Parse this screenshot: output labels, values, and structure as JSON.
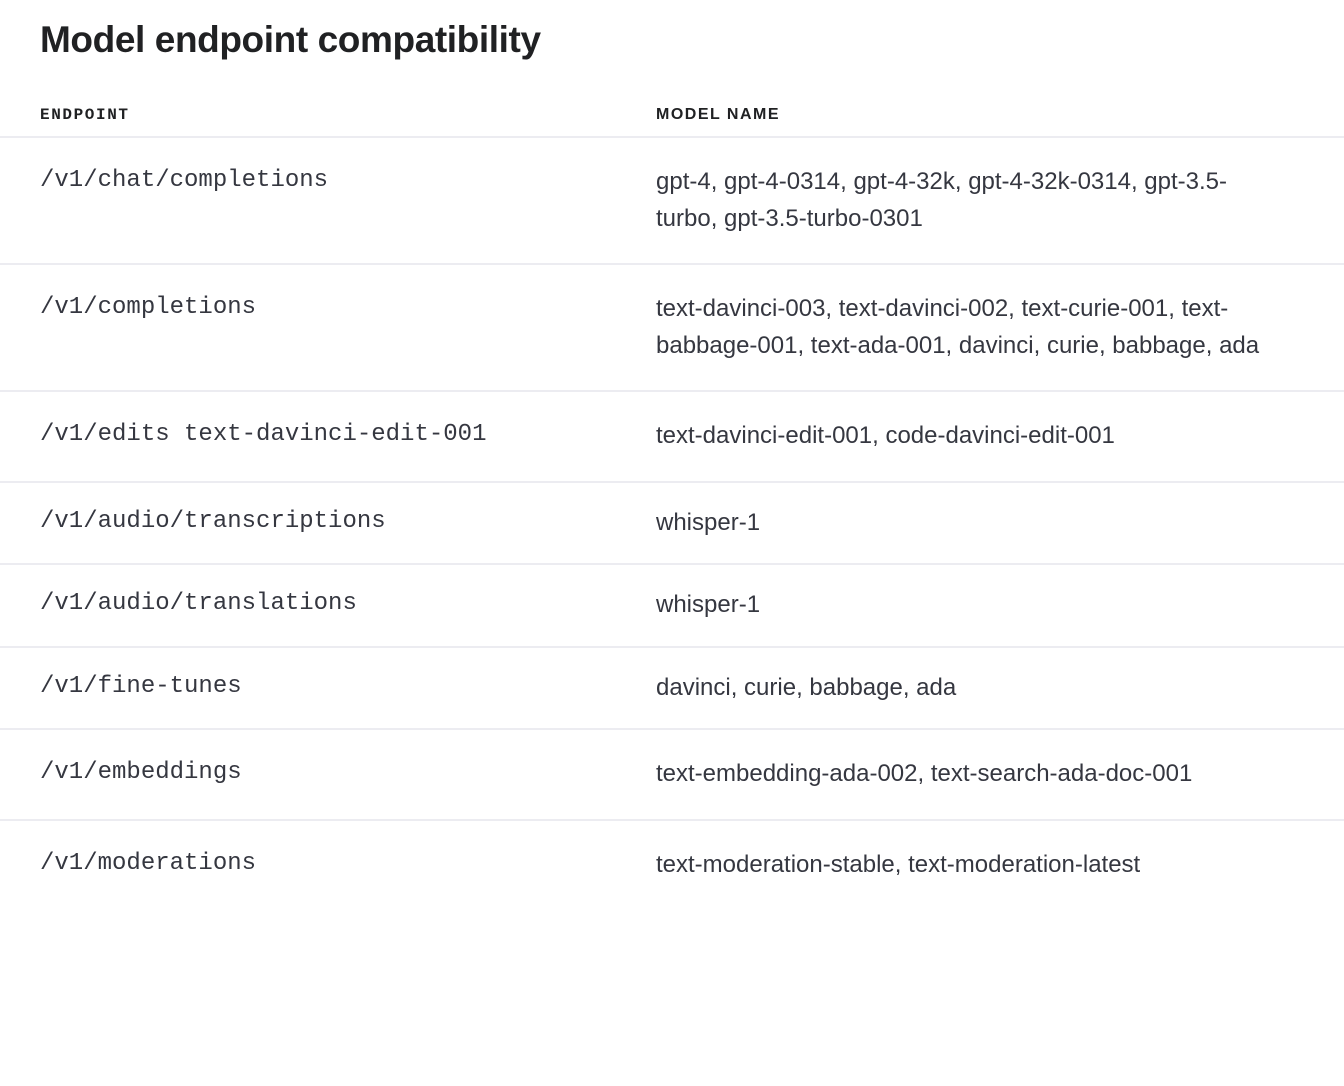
{
  "page": {
    "title": "Model endpoint compatibility"
  },
  "table": {
    "columns": [
      {
        "key": "endpoint",
        "label": "ENDPOINT"
      },
      {
        "key": "model_name",
        "label": "MODEL NAME"
      }
    ],
    "rows": [
      {
        "endpoint": "/v1/chat/completions",
        "model_name": "gpt-4, gpt-4-0314, gpt-4-32k, gpt-4-32k-0314, gpt-3.5-turbo, gpt-3.5-turbo-0301"
      },
      {
        "endpoint": "/v1/completions",
        "model_name": "text-davinci-003, text-davinci-002, text-curie-001, text-babbage-001, text-ada-001, davinci, curie, babbage, ada"
      },
      {
        "endpoint": "/v1/edits text-davinci-edit-001",
        "model_name": "text-davinci-edit-001, code-davinci-edit-001"
      },
      {
        "endpoint": "/v1/audio/transcriptions",
        "model_name": "whisper-1"
      },
      {
        "endpoint": "/v1/audio/translations",
        "model_name": "whisper-1"
      },
      {
        "endpoint": "/v1/fine-tunes",
        "model_name": "davinci, curie, babbage, ada"
      },
      {
        "endpoint": "/v1/embeddings",
        "model_name": "text-embedding-ada-002, text-search-ada-doc-001"
      },
      {
        "endpoint": "/v1/moderations",
        "model_name": "text-moderation-stable, text-moderation-latest"
      }
    ]
  },
  "colors": {
    "title_text": "#202123",
    "body_text": "#353740",
    "divider": "#ececf1",
    "background": "#ffffff"
  }
}
